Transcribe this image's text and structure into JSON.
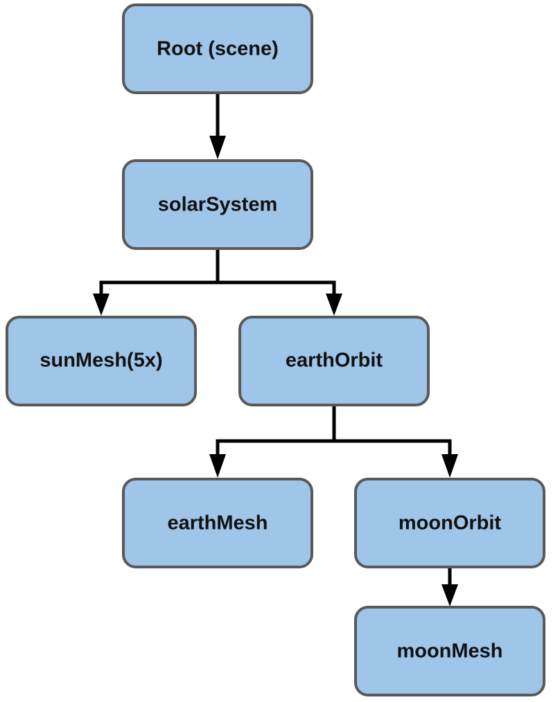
{
  "diagram": {
    "nodes": {
      "root": {
        "label": "Root (scene)"
      },
      "solar_system": {
        "label": "solarSystem"
      },
      "sun_mesh": {
        "label": "sunMesh(5x)"
      },
      "earth_orbit": {
        "label": "earthOrbit"
      },
      "earth_mesh": {
        "label": "earthMesh"
      },
      "moon_orbit": {
        "label": "moonOrbit"
      },
      "moon_mesh": {
        "label": "moonMesh"
      }
    },
    "edges": [
      {
        "from": "root",
        "to": "solar_system"
      },
      {
        "from": "solar_system",
        "to": "sun_mesh"
      },
      {
        "from": "solar_system",
        "to": "earth_orbit"
      },
      {
        "from": "earth_orbit",
        "to": "earth_mesh"
      },
      {
        "from": "earth_orbit",
        "to": "moon_orbit"
      },
      {
        "from": "moon_orbit",
        "to": "moon_mesh"
      }
    ],
    "colors": {
      "node_fill": "#9fc5e8",
      "node_border": "#595959",
      "edge": "#000000",
      "text": "#111111"
    }
  }
}
